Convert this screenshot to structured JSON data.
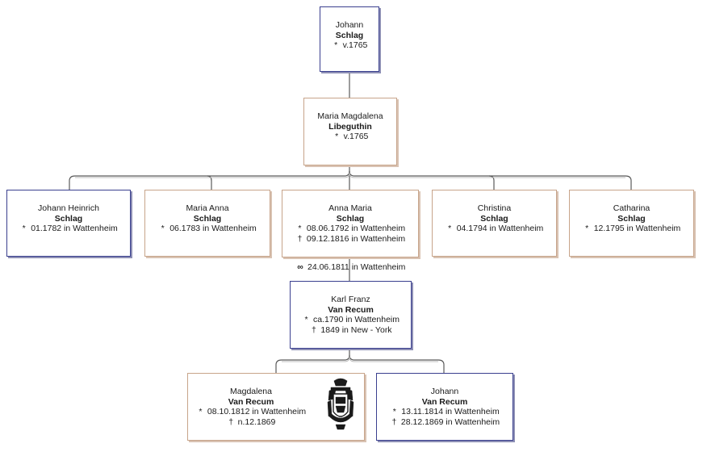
{
  "people": {
    "johann_sr": {
      "given": "Johann",
      "surname": "Schlag",
      "events": [
        {
          "sym": "*",
          "text": "v.1765"
        }
      ]
    },
    "maria_magdalena": {
      "given": "Maria Magdalena",
      "surname": "Libeguthin",
      "events": [
        {
          "sym": "*",
          "text": "v.1765"
        }
      ]
    },
    "johann_heinrich": {
      "given": "Johann Heinrich",
      "surname": "Schlag",
      "events": [
        {
          "sym": "*",
          "text": "01.1782 in Wattenheim"
        }
      ]
    },
    "maria_anna": {
      "given": "Maria Anna",
      "surname": "Schlag",
      "events": [
        {
          "sym": "*",
          "text": "06.1783 in Wattenheim"
        }
      ]
    },
    "anna_maria": {
      "given": "Anna Maria",
      "surname": "Schlag",
      "events": [
        {
          "sym": "*",
          "text": "08.06.1792 in Wattenheim"
        },
        {
          "sym": "†",
          "text": "09.12.1816 in Wattenheim"
        }
      ]
    },
    "christina": {
      "given": "Christina",
      "surname": "Schlag",
      "events": [
        {
          "sym": "*",
          "text": "04.1794 in Wattenheim"
        }
      ]
    },
    "catharina": {
      "given": "Catharina",
      "surname": "Schlag",
      "events": [
        {
          "sym": "*",
          "text": "12.1795 in Wattenheim"
        }
      ]
    },
    "karl_franz": {
      "given": "Karl Franz",
      "surname": "Van Recum",
      "events": [
        {
          "sym": "*",
          "text": "ca.1790 in Wattenheim"
        },
        {
          "sym": "†",
          "text": "1849 in New - York"
        }
      ]
    },
    "magdalena": {
      "given": "Magdalena",
      "surname": "Van Recum",
      "events": [
        {
          "sym": "*",
          "text": "08.10.1812 in Wattenheim"
        },
        {
          "sym": "†",
          "text": "n.12.1869"
        }
      ]
    },
    "johann_jr": {
      "given": "Johann",
      "surname": "Van Recum",
      "events": [
        {
          "sym": "*",
          "text": "13.11.1814 in Wattenheim"
        },
        {
          "sym": "†",
          "text": "28.12.1869 in Wattenheim"
        }
      ]
    }
  },
  "marriage": {
    "sym": "∞",
    "text": "24.06.1811 in Wattenheim"
  },
  "colors": {
    "male_border": "#3a3f8f",
    "female_border": "#c7a48a",
    "line": "#555555"
  }
}
